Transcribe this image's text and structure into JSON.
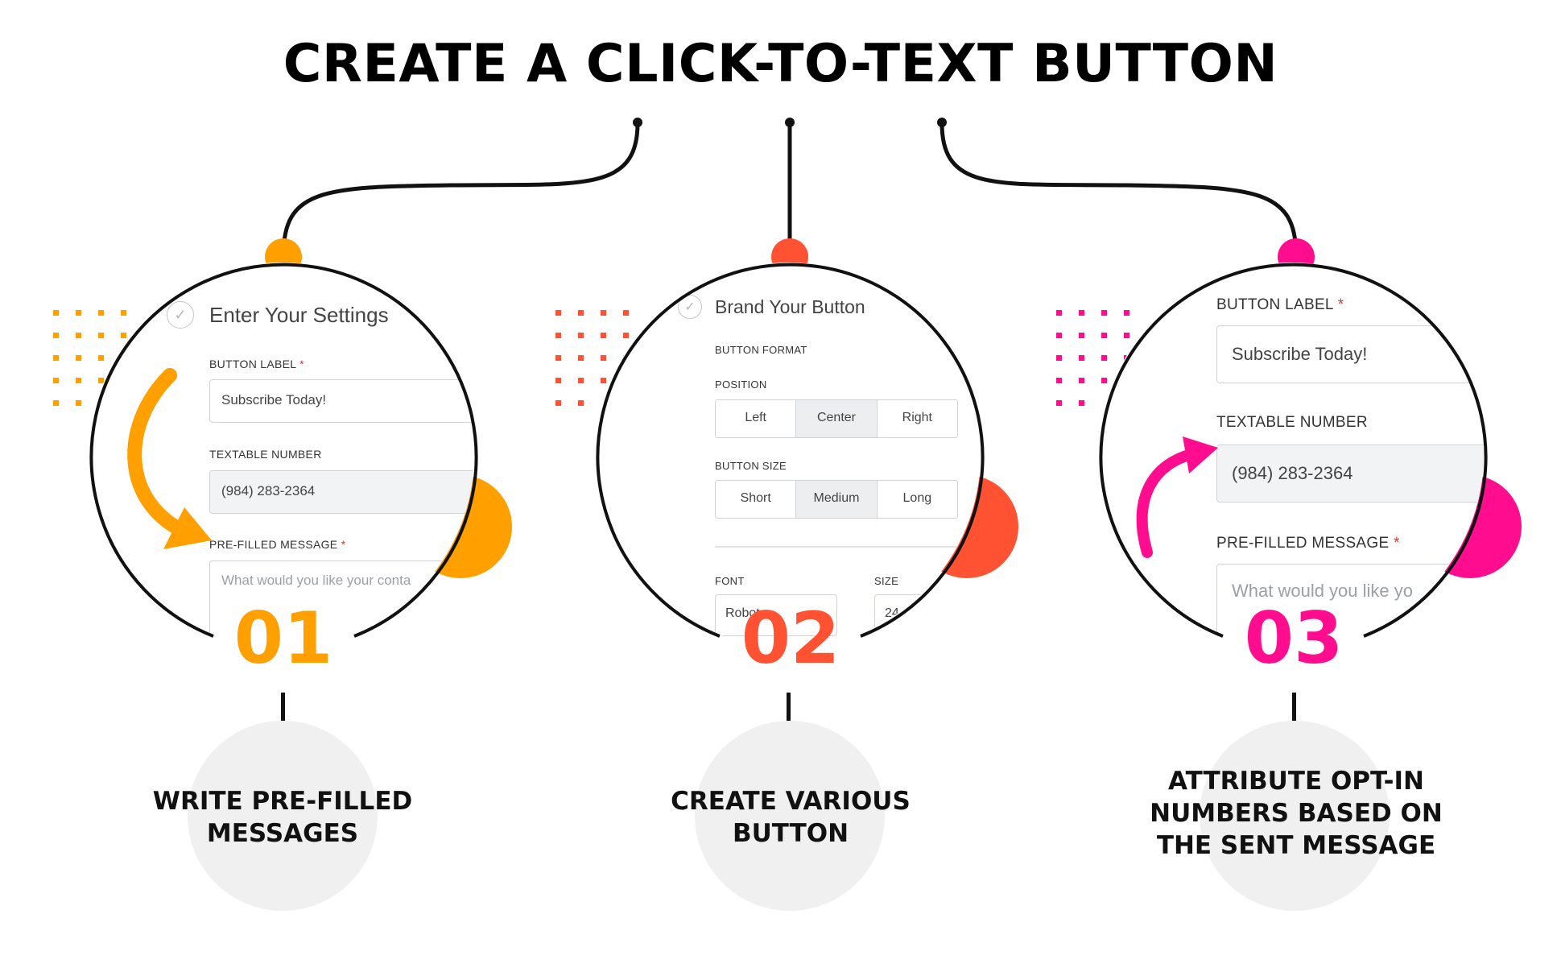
{
  "title": "CREATE A CLICK-TO-TEXT BUTTON",
  "colors": {
    "step1": "#ffa000",
    "step2": "#ff5233",
    "step3": "#ff0d8e",
    "ink": "#111111",
    "disc": "#f0f0f0"
  },
  "steps": [
    {
      "number": "01",
      "caption_line1": "WRITE PRE-FILLED",
      "caption_line2": "MESSAGES",
      "panel": {
        "heading": "Enter Your Settings",
        "button_label_label": "BUTTON LABEL",
        "button_label_value": "Subscribe Today!",
        "textable_number_label": "TEXTABLE NUMBER",
        "textable_number_value": "(984) 283-2364",
        "prefilled_label": "PRE-FILLED MESSAGE",
        "prefilled_placeholder": "What would you like your conta",
        "required_mark": "*"
      }
    },
    {
      "number": "02",
      "caption_line1": "CREATE VARIOUS",
      "caption_line2": "BUTTON",
      "panel": {
        "heading": "Brand Your Button",
        "format_label": "BUTTON FORMAT",
        "position_label": "POSITION",
        "position_options": [
          "Left",
          "Center",
          "Right"
        ],
        "position_selected": "Center",
        "size_label": "BUTTON SIZE",
        "size_options": [
          "Short",
          "Medium",
          "Long"
        ],
        "size_selected": "Medium",
        "font_label": "FONT",
        "font_value": "Robot",
        "size_field_label": "SIZE",
        "size_field_value": "24"
      }
    },
    {
      "number": "03",
      "caption_line1": "ATTRIBUTE OPT-IN",
      "caption_line2": "NUMBERS BASED ON",
      "caption_line3": "THE SENT MESSAGE",
      "panel": {
        "button_label_label": "BUTTON LABEL",
        "button_label_value": "Subscribe Today!",
        "textable_number_label": "TEXTABLE NUMBER",
        "textable_number_value": "(984) 283-2364",
        "prefilled_label": "PRE-FILLED MESSAGE",
        "prefilled_placeholder": "What would you like yo",
        "required_mark": "*"
      }
    }
  ]
}
